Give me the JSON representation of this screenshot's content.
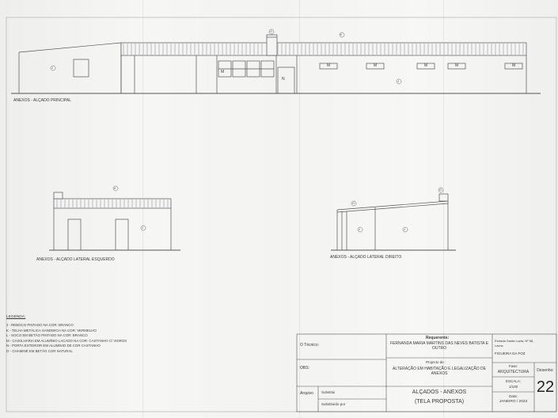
{
  "views": {
    "principal": "ANEXOS - ALÇADO PRINCIPAL",
    "esquerdo": "ANEXOS - ALÇADO LATERAL ESQUERDO",
    "direito": "ANEXOS - ALÇADO LATERAL DIREITO"
  },
  "markers": {
    "J": "J",
    "K": "K",
    "L": "L",
    "M": "M",
    "N": "N",
    "O": "O"
  },
  "legend": {
    "title": "LEGENDA:",
    "items": [
      "J - REBOCO PINTADO NA COR: BRANCO",
      "K - TELHA METÁLICA SANDWICH NA COR: VERMELHO",
      "L - SOCO EM BETÃO PINTADO NA COR: BRANCO",
      "M - CAIXILHARIA EM ALUMÍNIO LACADO NA COR: CASTANHO C/ VIDROS",
      "N - PORTA EXTERIOR EM ALUMÍNIO DE COR CASTANHO",
      "O - CHAMINÉ EM BETÃO COR NATURAL"
    ]
  },
  "title_block": {
    "tecnico_label": "O Técnico:",
    "requerente_label": "Requerente:",
    "requerente_value": "FERNANDA MARIA MARTINS DAS NEVES BATISTA E OUTRO",
    "projeto_label": "Projecto de :",
    "obs_label": "OBS:",
    "projeto_value": "ALTERAÇÃO EM HABITAÇÃO E LEGALIZAÇÃO DE ANEXOS",
    "address_line1": "Estrada Santa Luzia, Nº 68,",
    "address_line2": "Lavos",
    "address_line3": "FIGUEIRA DA FOZ",
    "fase_label": "Fase:",
    "fase_value": "ARQUITECTURA",
    "escala_label": "ESCALA:",
    "escala_value": "1/100",
    "data_label": "Data:",
    "data_value": "JANEIRO / 2023",
    "desenho_label": "Desenho:",
    "desenho_value": "22",
    "drawing_title": "ALÇADOS - ANEXOS",
    "drawing_subtitle": "(TELA PROPOSTA)",
    "arquivo_label": "Arquivo",
    "substitui_label": "Substitui",
    "substituido_label": "Substituído por"
  }
}
